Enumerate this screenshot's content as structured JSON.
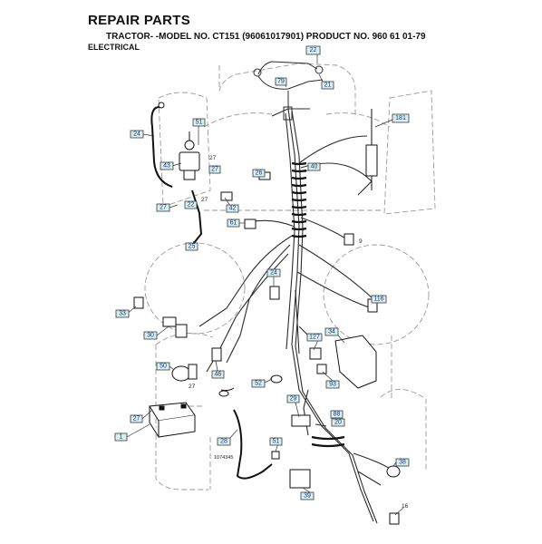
{
  "header": {
    "title": "REPAIR PARTS",
    "subtitle": "TRACTOR- -MODEL NO. CT151 (96061017901) PRODUCT NO. 960 61 01-79",
    "section": "ELECTRICAL"
  },
  "callouts": [
    "22",
    "79",
    "21",
    "181",
    "51",
    "24",
    "40",
    "43",
    "27",
    "26",
    "27",
    "22",
    "42",
    "61",
    "25",
    "24",
    "33",
    "30",
    "127",
    "50",
    "46",
    "27",
    "52",
    "116",
    "34",
    "93",
    "29",
    "88",
    "20",
    "1",
    "28",
    "51",
    "39",
    "38",
    "16"
  ],
  "plain_labels": [
    "27",
    "27",
    "27",
    "9",
    "1074345"
  ]
}
